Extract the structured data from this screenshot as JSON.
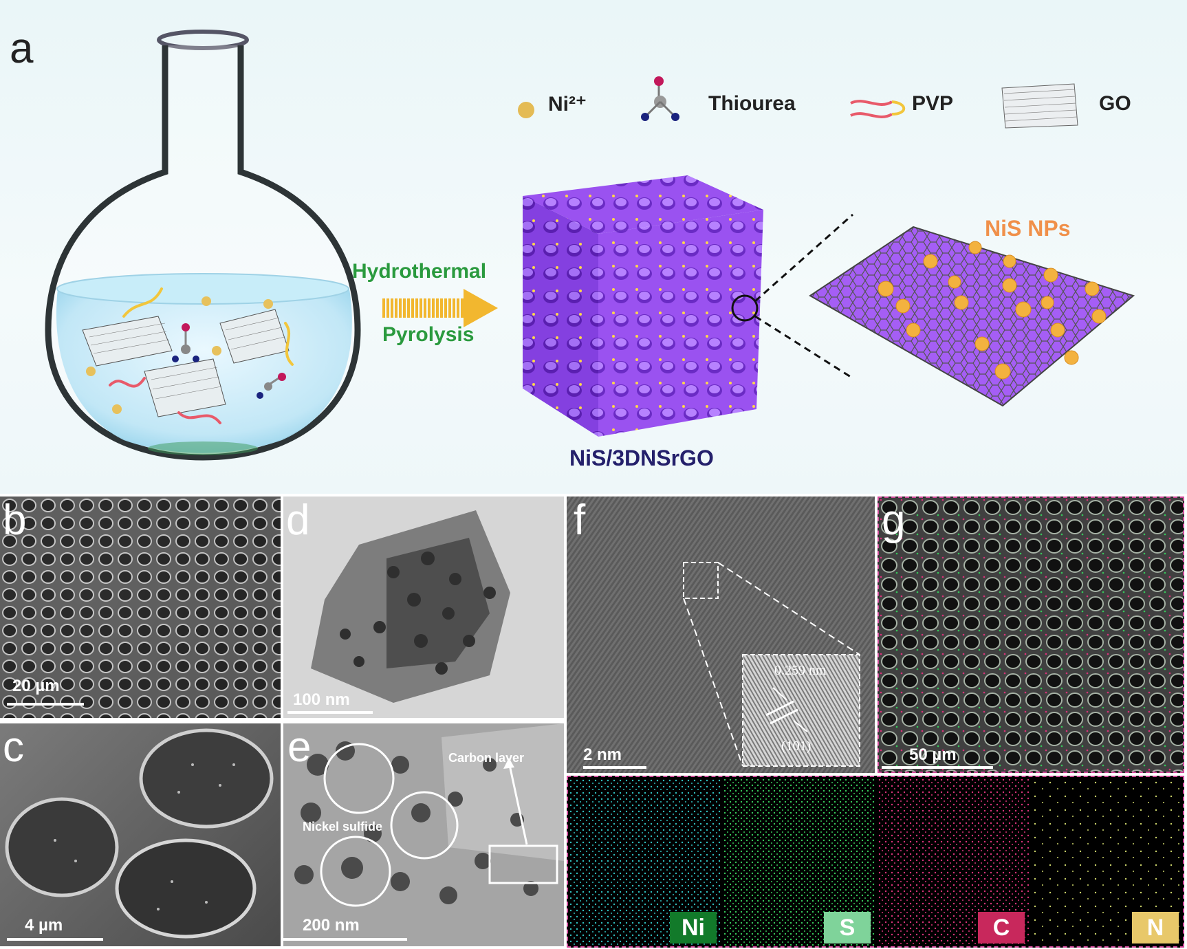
{
  "panel_labels": {
    "a": "a",
    "b": "b",
    "c": "c",
    "d": "d",
    "e": "e",
    "f": "f",
    "g": "g"
  },
  "legend": {
    "ni": "Ni²⁺",
    "thiourea": "Thiourea",
    "pvp": "PVP",
    "go": "GO"
  },
  "process": {
    "step1": "Hydrothermal",
    "step2": "Pyrolysis"
  },
  "product": {
    "name": "NiS/3DNSrGO",
    "nanoparticles": "NiS NPs"
  },
  "scale_bars": {
    "b": "20 µm",
    "c": "4 µm",
    "d": "100 nm",
    "e": "200 nm",
    "f": "2 nm",
    "g": "50 µm"
  },
  "annotations": {
    "carbon_layer": "Carbon layer",
    "nickel_sulfide": "Nickel sulfide",
    "d_spacing": "0.259 nm",
    "plane": "(101)"
  },
  "eds_maps": [
    {
      "element": "Ni",
      "color": "#2fbfbf",
      "tag_color": "#127a2a"
    },
    {
      "element": "S",
      "color": "#36c75a",
      "tag_color": "#7fd39a"
    },
    {
      "element": "C",
      "color": "#d9337a",
      "tag_color": "#c8285c"
    },
    {
      "element": "N",
      "color": "#cbd46a",
      "tag_color": "#e8c86a"
    }
  ],
  "colors": {
    "sheet_purple": "#9a52f0",
    "np_gold": "#f3b23f",
    "process_text": "#2a9a3e",
    "product_text": "#24206b",
    "np_text": "#f0904a"
  }
}
